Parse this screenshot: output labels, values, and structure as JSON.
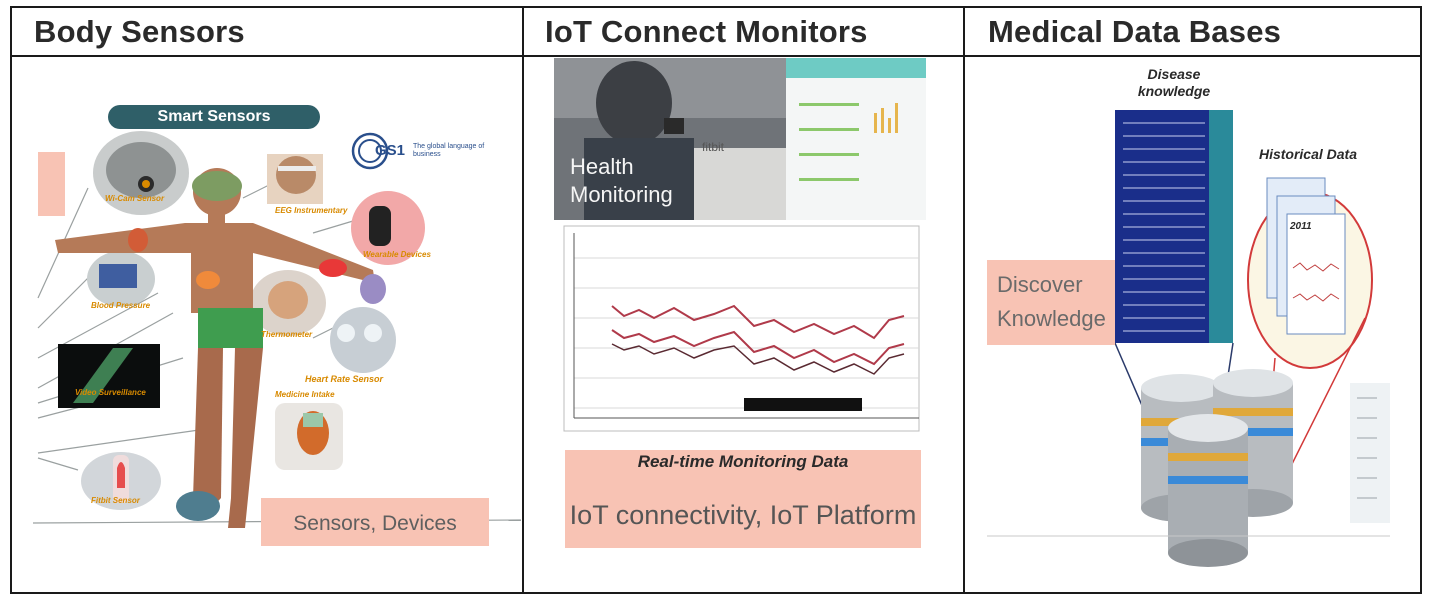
{
  "columns": [
    {
      "header": "Body Sensors"
    },
    {
      "header": "IoT Connect Monitors"
    },
    {
      "header": "Medical Data Bases"
    }
  ],
  "body_sensors": {
    "banner": "Smart Sensors",
    "gs1_logo": "GS1",
    "gs1_tagline": "The global language of business",
    "caption": "Sensors, Devices",
    "sensor_labels": [
      "Wi-Cam Sensor",
      "EEG Instrumentary",
      "Wearable Devices",
      "Blood Pressure",
      "Thermometer",
      "Heart Rate Sensor",
      "Video Surveillance",
      "Medicine Intake",
      "Fitbit Sensor"
    ]
  },
  "iot_monitors": {
    "photo_caption": "Health Monitoring",
    "brand": "fitbit",
    "chart_caption": "Real-time Monitoring Data",
    "caption": "IoT connectivity, IoT Platform"
  },
  "medical_db": {
    "disease_label": "Disease knowledge",
    "historical_label": "Historical Data",
    "doc_year": "2011",
    "discover": "Discover Knowledge"
  }
}
